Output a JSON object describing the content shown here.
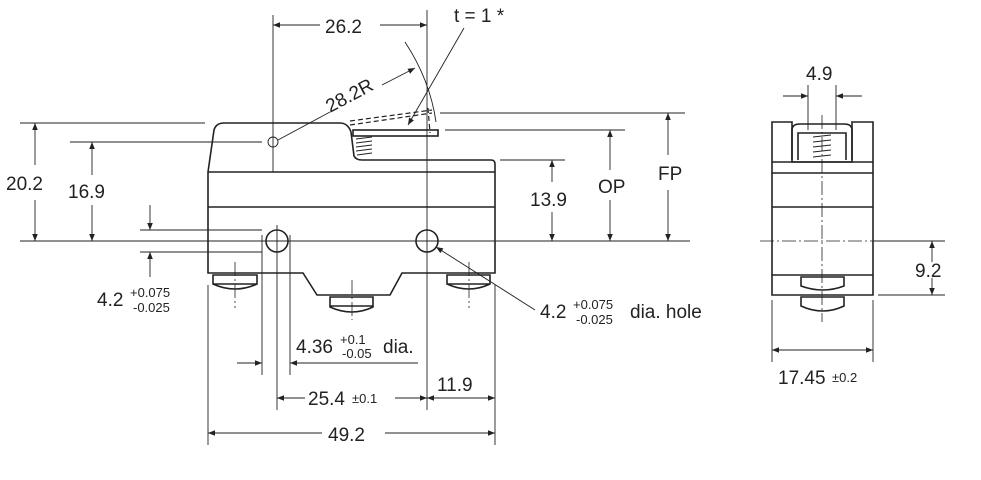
{
  "front_view": {
    "dim_lever_offset": "26.2",
    "dim_thickness": "t = 1 *",
    "dim_radius": "28.2R",
    "dim_total_height": "20.2",
    "dim_pivot_height": "16.9",
    "dim_plunger_height": "13.9",
    "dim_op": "OP",
    "dim_fp": "FP",
    "dim_hole_left": {
      "value": "4.2",
      "tol_plus": "+0.075",
      "tol_minus": "-0.025"
    },
    "dim_hole_right": {
      "value": "4.2",
      "tol_plus": "+0.075",
      "tol_minus": "-0.025",
      "suffix": "dia. hole"
    },
    "dim_pin": {
      "value": "4.36",
      "tol_plus": "+0.1",
      "tol_minus": "-0.05",
      "suffix": "dia."
    },
    "dim_hole_pitch": {
      "value": "25.4",
      "tol": "±0.1"
    },
    "dim_right_offset": "11.9",
    "dim_total_length": "49.2"
  },
  "side_view": {
    "dim_plunger_width": "4.9",
    "dim_hole_height": "9.2",
    "dim_width": {
      "value": "17.45",
      "tol": "±0.2"
    }
  }
}
